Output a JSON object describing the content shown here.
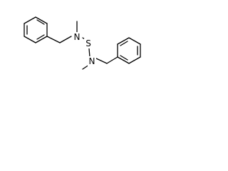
{
  "structure": {
    "atoms": {
      "n1": "N",
      "s": "S",
      "n2": "N"
    }
  },
  "colors": {
    "bond": "#000000",
    "text": "#000000",
    "background": "#ffffff"
  }
}
